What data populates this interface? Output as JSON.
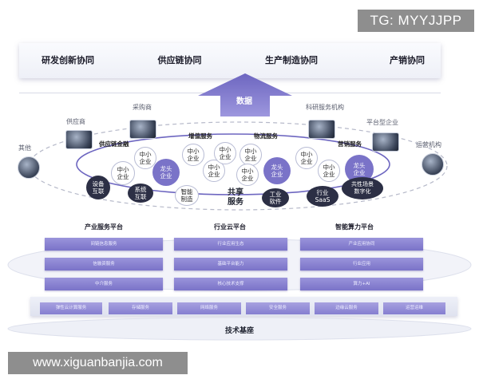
{
  "watermark_tg": "TG: MYYJJPP",
  "watermark_url": "www.xiguanbanjia.com",
  "top_labels": [
    "研发创新协同",
    "供应链协同",
    "生产制造协同",
    "产销协同"
  ],
  "data_arrow_label": "数据",
  "external_nodes": {
    "purchasing": "采购商",
    "supplier": "供应商",
    "other": "其他",
    "research": "科研服务机构",
    "platform": "平台型企业",
    "operations": "运营机构"
  },
  "ring_services": {
    "finance": "供应链金融",
    "value_added": "增值服务",
    "logistics": "物流服务",
    "marketing": "营销服务"
  },
  "nodes": {
    "sme": "中小\n企业",
    "leader": "龙头\n企业",
    "device": "设备\n互联",
    "system": "系统\n互联",
    "smart_mfg": "智能\n制造",
    "shared": "共享\n服务",
    "industrial_sw": "工业\n软件",
    "saas": "行业\nSaaS",
    "digital": "共性场景\n数字化"
  },
  "platforms": [
    {
      "title": "产业服务平台",
      "items": [
        "间链信息服务",
        "信融资服务",
        "中介服务"
      ]
    },
    {
      "title": "行业云平台",
      "items": [
        "行业应用生态",
        "基础平台能力",
        "核心技术支撑"
      ]
    },
    {
      "title": "智能算力平台",
      "items": [
        "产业应用协同",
        "行业应用",
        "算力+AI"
      ]
    }
  ],
  "tech_foundation": {
    "items": [
      "弹性云计算服务",
      "存储服务",
      "网络服务",
      "安全服务",
      "边缘云服务",
      "运营运维"
    ],
    "label": "技术基座"
  },
  "colors": {
    "accent_purple": "#7a73c8",
    "dark_navy": "#2c2f45"
  }
}
